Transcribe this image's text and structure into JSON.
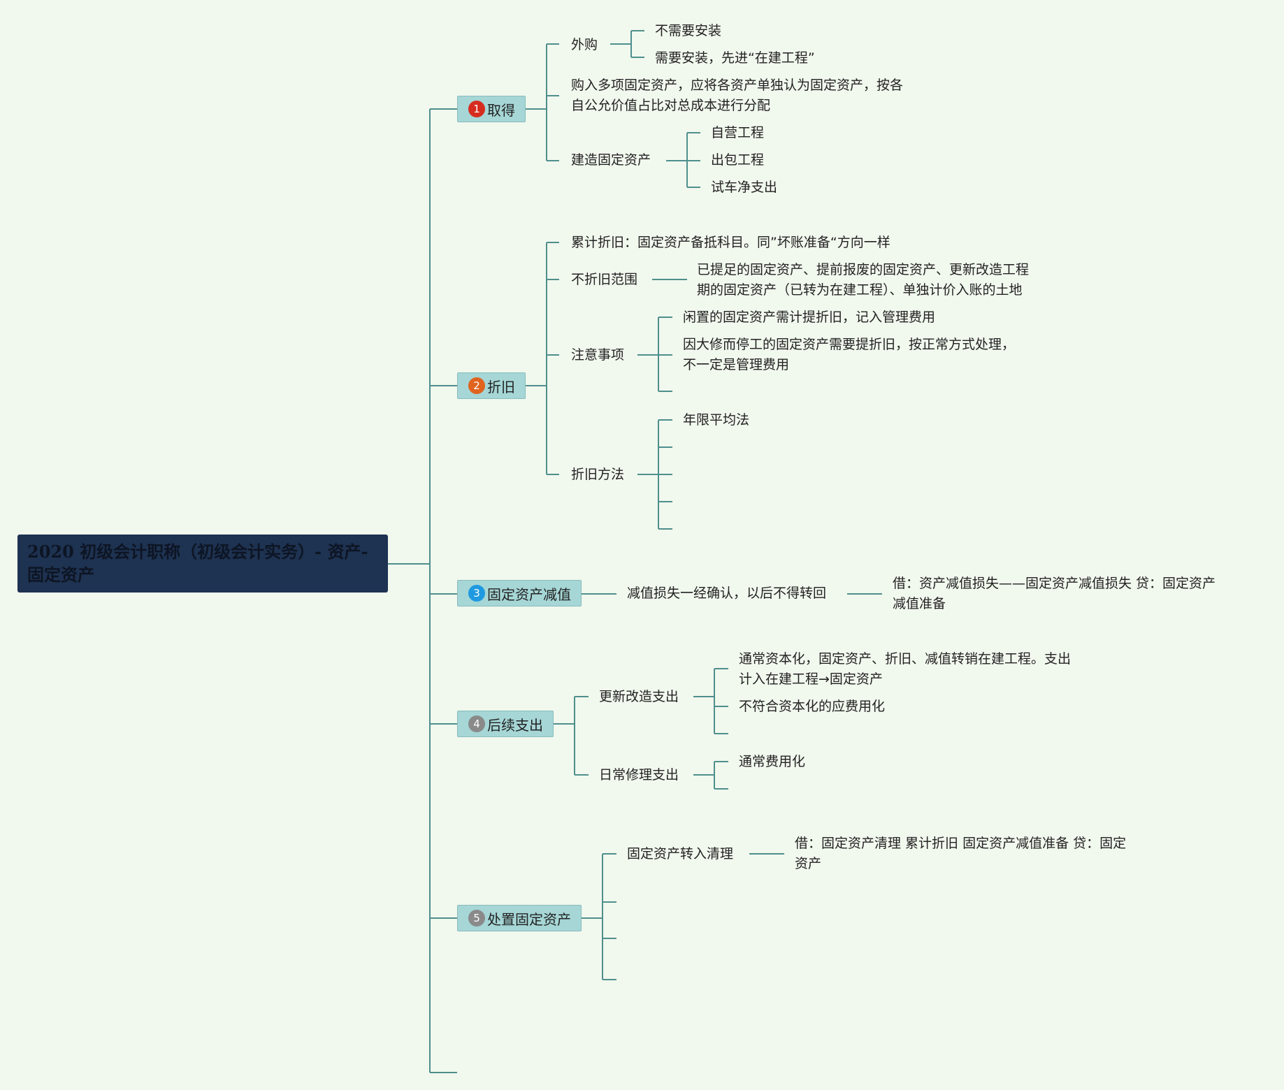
{
  "root": {
    "title_line1": "2020 初级会计职称（初级会计实务）- 资产-",
    "title_line2": "固定资产"
  },
  "colors": {
    "background": "#f1f8ee",
    "root_fill": "#1e3251",
    "branch_fill": "#a6d6d6",
    "line": "#4e8f8c"
  },
  "branches": [
    {
      "number": "1",
      "number_color": "#d62c1f",
      "label": "取得"
    },
    {
      "number": "2",
      "number_color": "#e0631e",
      "label": "折旧"
    },
    {
      "number": "3",
      "number_color": "#1f9ae0",
      "label": "固定资产减值"
    },
    {
      "number": "4",
      "number_color": "#8a8a8a",
      "label": "后续支出"
    },
    {
      "number": "5",
      "number_color": "#8a8a8a",
      "label": "处置固定资产"
    }
  ],
  "acquire": {
    "purchase": "外购",
    "no_install": "不需要安装",
    "need_install": "需要安装，先进“在建工程”",
    "bulk_line1": "购入多项固定资产，应将各资产单独认为固定资产，按各",
    "bulk_line2": "自公允价值占比对总成本进行分配",
    "build": "建造固定资产",
    "self_built": "自营工程",
    "contracted": "出包工程",
    "trial_run": "试车净支出"
  },
  "depreciation": {
    "accumulated": "累计折旧：固定资产备抵科目。同”坏账准备“方向一样",
    "no_depr": "不折旧范围",
    "no_depr_line1": "已提足的固定资产、提前报废的固定资产、更新改造工程",
    "no_depr_line2": "期的固定资产（已转为在建工程）、单独计价入账的土地",
    "notes": "注意事项",
    "idle": "闲置的固定资产需计提折旧，记入管理费用",
    "repair_line1": "因大修而停工的固定资产需要提折旧，按正常方式处理，",
    "repair_line2": "不一定是管理费用",
    "methods": "折旧方法",
    "straight_line": "年限平均法"
  },
  "impairment": {
    "once": "减值损失一经确认，以后不得转回",
    "entry_line1": "借：资产减值损失——固定资产减值损失 贷：固定资产",
    "entry_line2": "减值准备"
  },
  "subsequent": {
    "renovation": "更新改造支出",
    "cap_line1": "通常资本化，固定资产、折旧、减值转销在建工程。支出",
    "cap_line2": "计入在建工程→固定资产",
    "non_cap": "不符合资本化的应费用化",
    "daily": "日常修理支出",
    "expense": "通常费用化"
  },
  "disposal": {
    "transfer": "固定资产转入清理",
    "entry_line1": "借：固定资产清理 累计折旧 固定资产减值准备 贷：固定",
    "entry_line2": "资产"
  }
}
